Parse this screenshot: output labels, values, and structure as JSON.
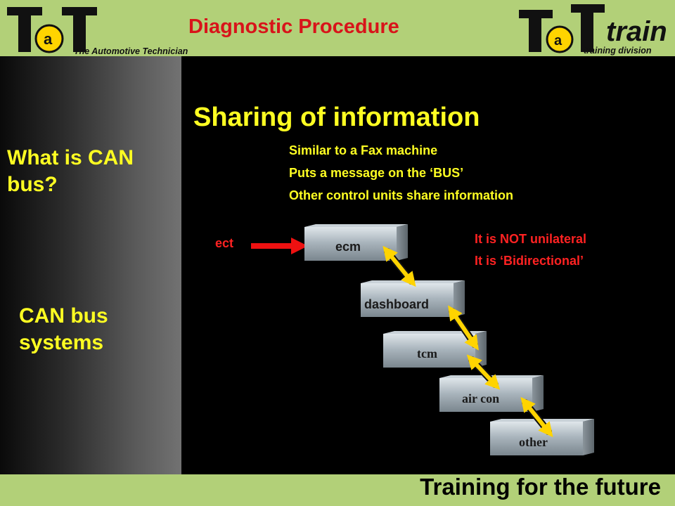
{
  "header": {
    "title": "Diagnostic Procedure",
    "left_logo": {
      "mark": "TaT",
      "tagline": "The Automotive Technician"
    },
    "right_logo": {
      "mark": "TaT",
      "suffix": "train",
      "tagline": "training division"
    }
  },
  "sidebar": {
    "heading_1": "What is CAN bus?",
    "heading_2": "CAN bus systems"
  },
  "main": {
    "title": "Sharing of information",
    "bullets": [
      "Similar to a Fax machine",
      "Puts a message on the ‘BUS’",
      "Other control units share information"
    ],
    "notes": [
      "It is NOT unilateral",
      "It is ‘Bidirectional’"
    ]
  },
  "diagram": {
    "input_label": "ect",
    "modules": [
      "ecm",
      "dashboard",
      "tcm",
      "air con",
      "other"
    ]
  },
  "colors": {
    "header_bg": "#b2d078",
    "title_red": "#d8141a",
    "text_yellow": "#ffff22",
    "note_red": "#ff2222",
    "logo_yellow": "#ffd400"
  },
  "footer": {
    "text": "Training for the future"
  }
}
